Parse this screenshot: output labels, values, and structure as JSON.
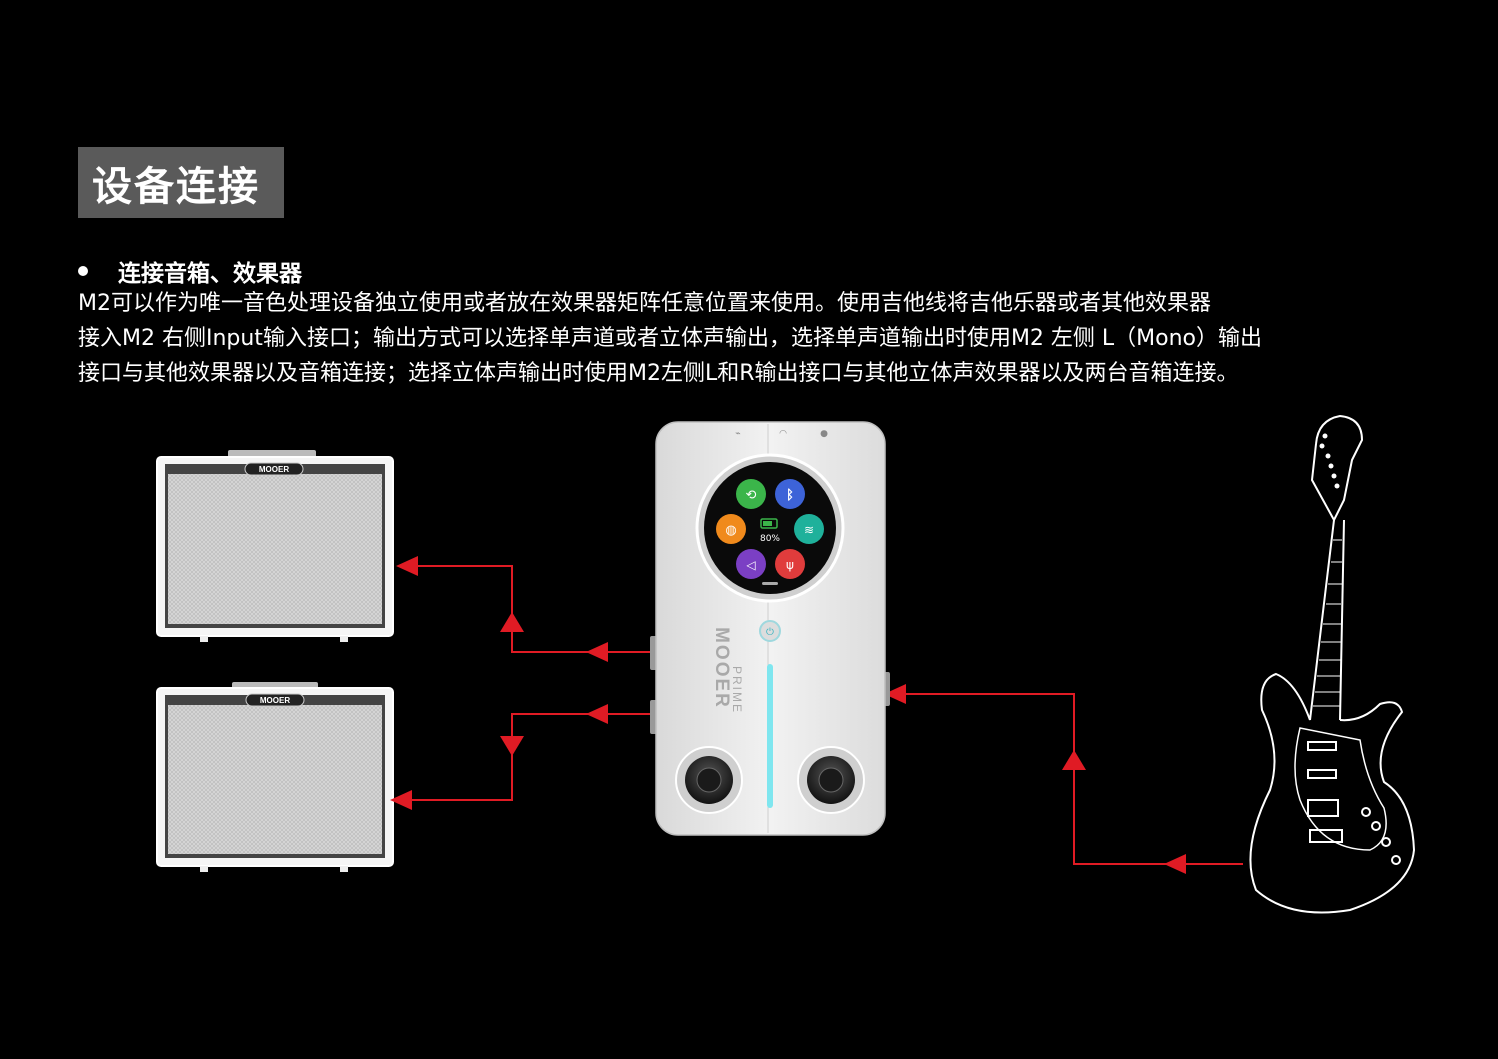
{
  "section_title": "设备连接",
  "bullet_heading": "连接音箱、效果器",
  "description_lines": [
    "M2可以作为唯一音色处理设备独立使用或者放在效果器矩阵任意位置来使用。使用吉他线将吉他乐器或者其他效果器",
    "接入M2 右侧Input输入接口；输出方式可以选择单声道或者立体声输出，选择单声道输出时使用M2 左侧 L（Mono）输出",
    "接口与其他效果器以及音箱连接；选择立体声输出时使用M2左侧L和R输出接口与其他立体声效果器以及两台音箱连接。"
  ],
  "amp_brand": "MOOER",
  "pedal": {
    "brand": "MOOER",
    "model": "PRIME",
    "battery_level": "80%"
  },
  "colors": {
    "cable": "#e01b24",
    "title_bg": "#5a5a5a",
    "pedal_body": "#e4e4e4",
    "led_strip": "#7fe6ef"
  },
  "screen_apps": [
    {
      "icon": "loop-icon",
      "color": "#3bb54a"
    },
    {
      "icon": "bluetooth-icon",
      "color": "#3d63d8"
    },
    {
      "icon": "drum-icon",
      "color": "#f08a1c"
    },
    {
      "icon": "wifi-icon",
      "color": "#1fb19b"
    },
    {
      "icon": "mute-icon",
      "color": "#7b3fc4"
    },
    {
      "icon": "tuner-icon",
      "color": "#e03c3c"
    }
  ]
}
